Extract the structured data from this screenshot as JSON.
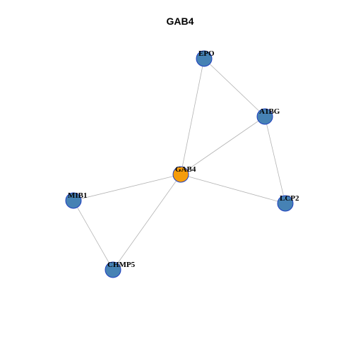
{
  "title": "GAB4",
  "colors": {
    "center_node": "#f59c0c",
    "node": "#4682b4",
    "node_border": "#1f3fbf",
    "edge": "#b3b3b3"
  },
  "nodes": [
    {
      "id": "GAB4",
      "label": "GAB4",
      "role": "center"
    },
    {
      "id": "EPO",
      "label": "EPO",
      "role": "neighbor"
    },
    {
      "id": "A1BG",
      "label": "A1BG",
      "role": "neighbor"
    },
    {
      "id": "LCP2",
      "label": "LCP2",
      "role": "neighbor"
    },
    {
      "id": "MIB1",
      "label": "MIB1",
      "role": "neighbor"
    },
    {
      "id": "CHMP5",
      "label": "CHMP5",
      "role": "neighbor"
    }
  ],
  "edges": [
    [
      "EPO",
      "A1BG"
    ],
    [
      "EPO",
      "GAB4"
    ],
    [
      "A1BG",
      "GAB4"
    ],
    [
      "A1BG",
      "LCP2"
    ],
    [
      "GAB4",
      "LCP2"
    ],
    [
      "GAB4",
      "MIB1"
    ],
    [
      "GAB4",
      "CHMP5"
    ],
    [
      "MIB1",
      "CHMP5"
    ]
  ]
}
